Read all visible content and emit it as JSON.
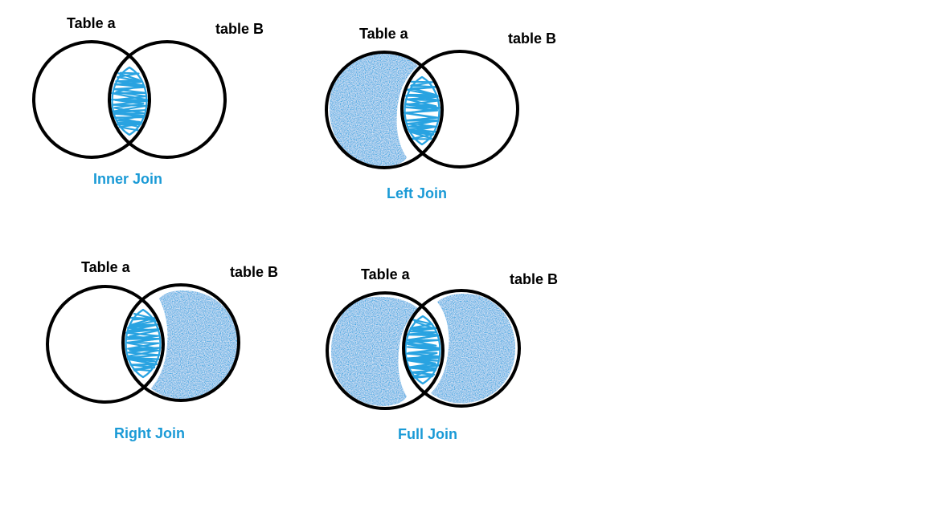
{
  "colors": {
    "fill": "#29a3e1",
    "caption": "#1a9ad6",
    "outline": "#000000",
    "label": "#000000"
  },
  "diagrams": [
    {
      "label_a": "Table a",
      "label_b": "table B",
      "caption": "Inner Join",
      "fill": "intersection"
    },
    {
      "label_a": "Table a",
      "label_b": "table B",
      "caption": "Left Join",
      "fill": "left"
    },
    {
      "label_a": "Table a",
      "label_b": "table B",
      "caption": "Right Join",
      "fill": "right"
    },
    {
      "label_a": "Table a",
      "label_b": "table B",
      "caption": "Full Join",
      "fill": "full"
    }
  ]
}
